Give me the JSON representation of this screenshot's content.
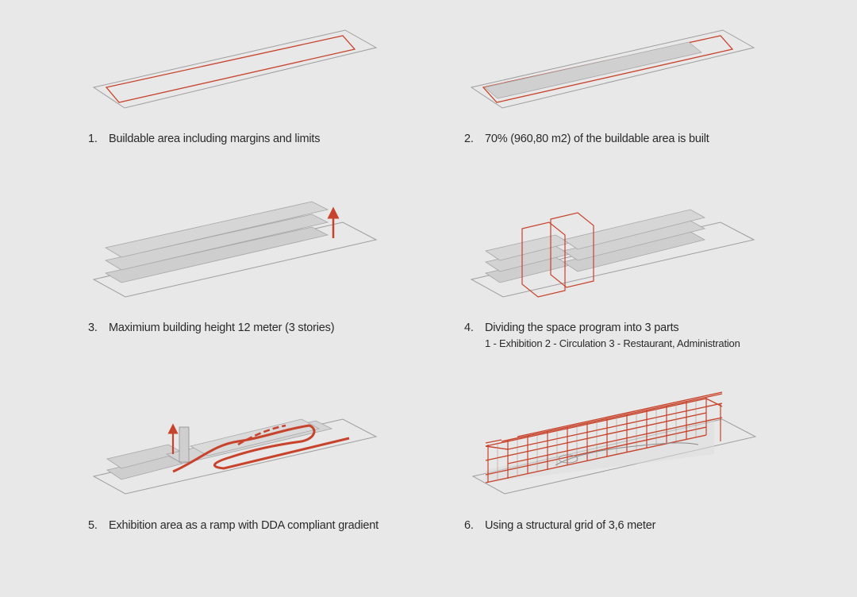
{
  "steps": [
    {
      "number": "1.",
      "text": "Buildable area including margins and limits"
    },
    {
      "number": "2.",
      "text": "70% (960,80 m2) of the buildable area is built"
    },
    {
      "number": "3.",
      "text": "Maximium building height 12 meter (3 stories)"
    },
    {
      "number": "4.",
      "text": "Dividing the space program into 3 parts",
      "subtext": "1 - Exhibition  2 - Circulation  3 - Restaurant, Administration"
    },
    {
      "number": "5.",
      "text": "Exhibition area as a ramp with DDA compliant gradient"
    },
    {
      "number": "6.",
      "text": "Using a structural grid of 3,6 meter"
    }
  ],
  "colors": {
    "background": "#e8e8e8",
    "accent_red": "#c8432b",
    "outline": "#9a9a9a",
    "slab_fill": "#cfcfcf"
  }
}
